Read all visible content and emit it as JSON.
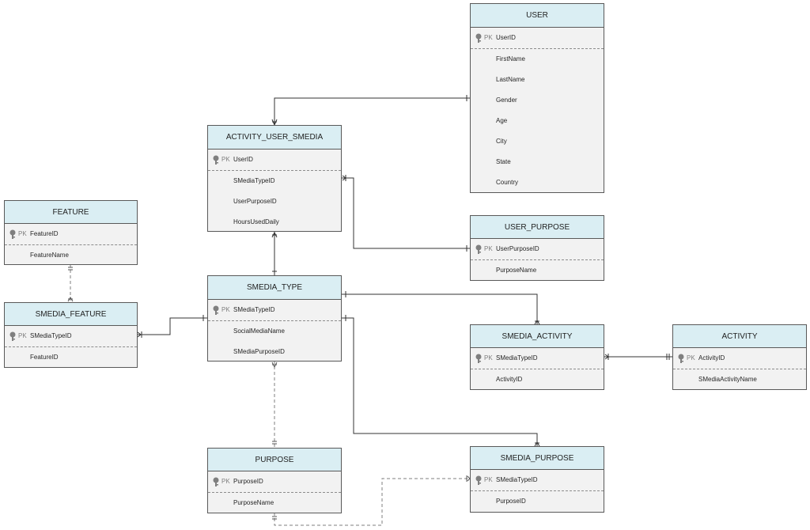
{
  "pk_label": "PK",
  "colors": {
    "header": "#daeef3",
    "body": "#f2f2f2",
    "border": "#595959",
    "line": "#333333",
    "dashed": "#7f7f7f"
  },
  "entities": {
    "user": {
      "name": "USER",
      "pk": "UserID",
      "attrs": [
        "FirstName",
        "LastName",
        "Gender",
        "Age",
        "City",
        "State",
        "Country"
      ]
    },
    "activity_user_smedia": {
      "name": "ACTIVITY_USER_SMEDIA",
      "pk": "UserID",
      "attrs": [
        "SMediaTypeID",
        "UserPurposeID",
        "HoursUsedDaily"
      ]
    },
    "feature": {
      "name": "FEATURE",
      "pk": "FeatureID",
      "attrs": [
        "FeatureName"
      ]
    },
    "user_purpose": {
      "name": "USER_PURPOSE",
      "pk": "UserPurposeID",
      "attrs": [
        "PurposeName"
      ]
    },
    "smedia_type": {
      "name": "SMEDIA_TYPE",
      "pk": "SMediaTypeID",
      "attrs": [
        "SocialMediaName",
        "SMediaPurposeID"
      ]
    },
    "smedia_feature": {
      "name": "SMEDIA_FEATURE",
      "pk": "SMediaTypeID",
      "attrs": [
        "FeatureID"
      ]
    },
    "smedia_activity": {
      "name": "SMEDIA_ACTIVITY",
      "pk": "SMediaTypeID",
      "attrs": [
        "ActivityID"
      ]
    },
    "activity": {
      "name": "ACTIVITY",
      "pk": "ActivityID",
      "attrs": [
        "SMediaActivityName"
      ]
    },
    "purpose": {
      "name": "PURPOSE",
      "pk": "PurposeID",
      "attrs": [
        "PurposeName"
      ]
    },
    "smedia_purpose": {
      "name": "SMEDIA_PURPOSE",
      "pk": "SMediaTypeID",
      "attrs": [
        "PurposeID"
      ]
    }
  }
}
